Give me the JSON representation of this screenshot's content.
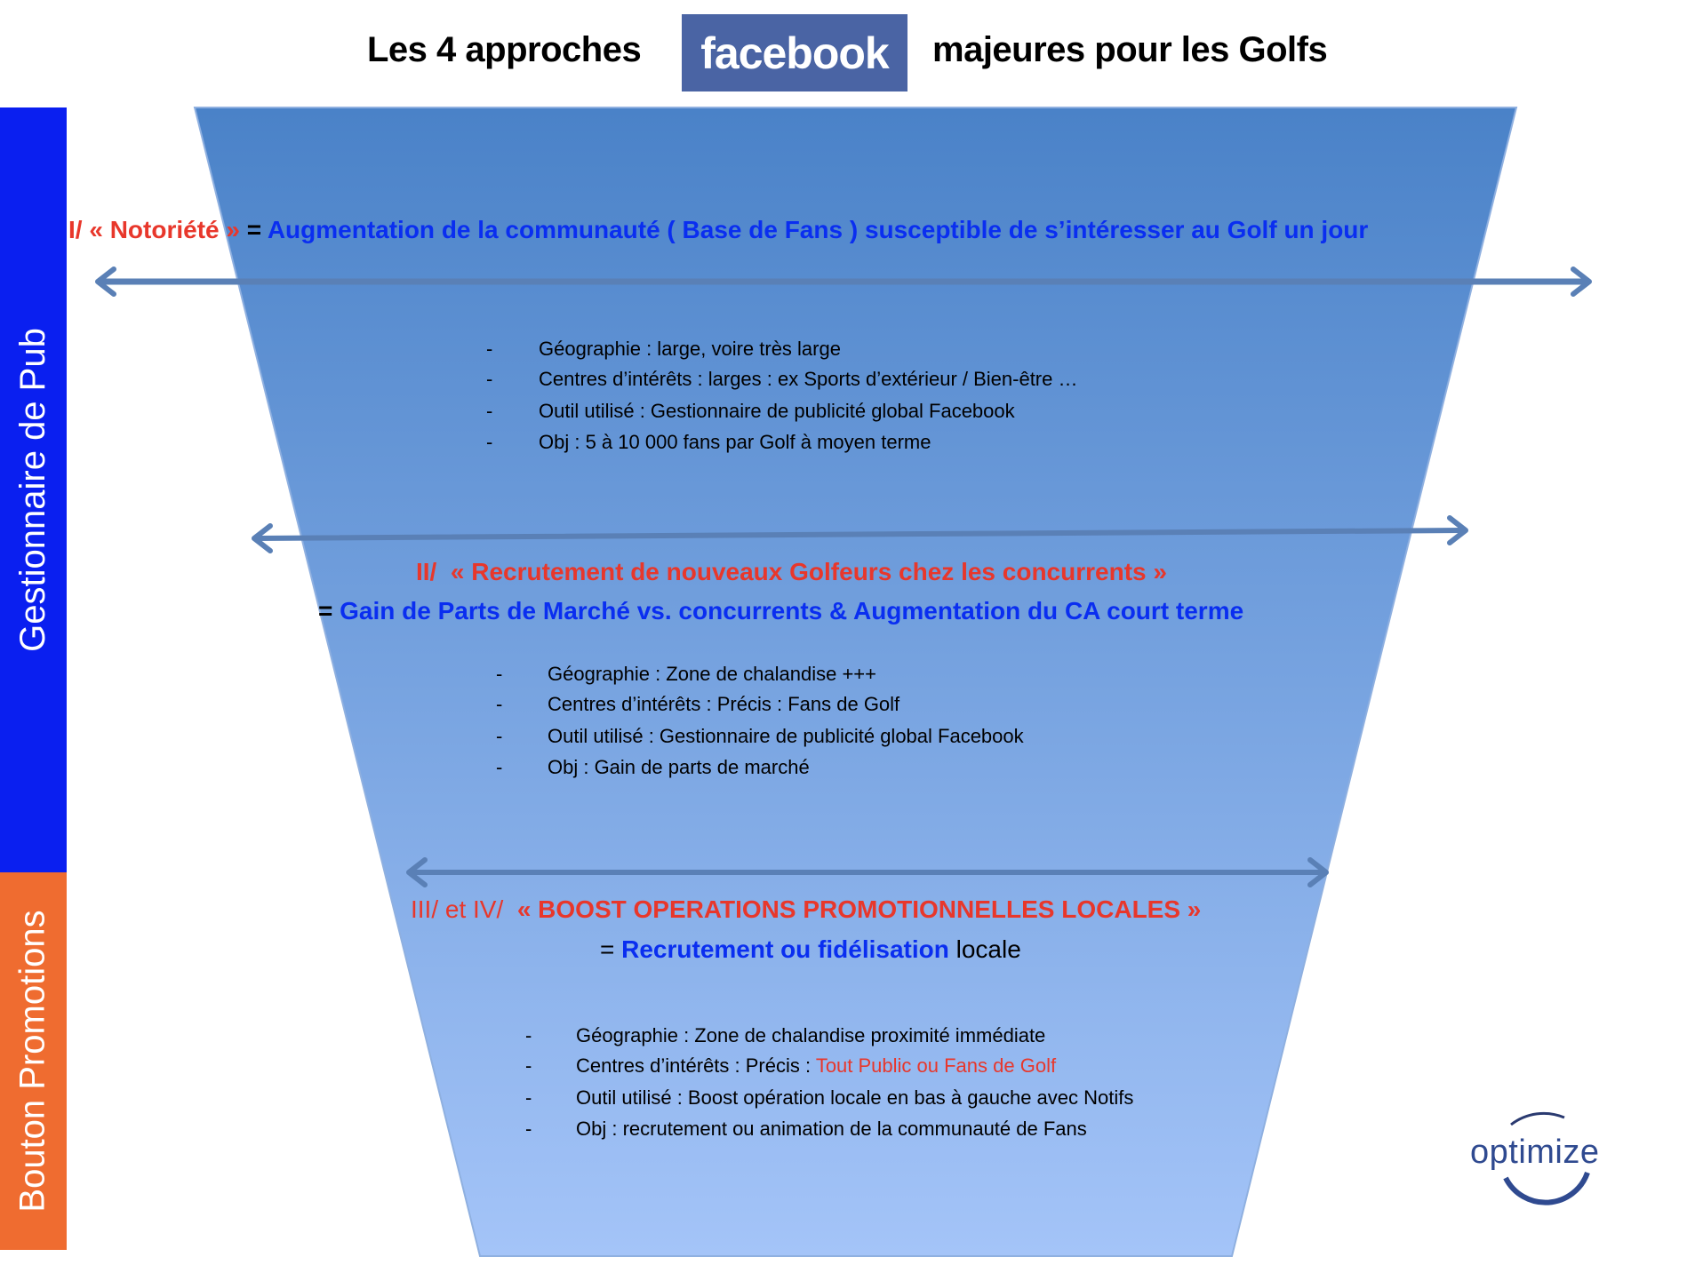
{
  "title": {
    "left": "Les 4 approches",
    "brand": "facebook",
    "right": "majeures pour les Golfs"
  },
  "sidebar": {
    "top_label": "Gestionnaire de Pub",
    "bottom_label": "Bouton Promotions",
    "top_color": "#0a1ff0",
    "bottom_color": "#ef6c30"
  },
  "section1": {
    "number": "I/",
    "name": "« Notoriété »",
    "eq": " = ",
    "description": "Augmentation de la communauté ( Base de Fans ) susceptible de s’intéresser au Golf un jour",
    "bullets": [
      "Géographie : large, voire très large",
      "Centres d’intérêts : larges : ex Sports d’extérieur / Bien-être …",
      "Outil utilisé : Gestionnaire de publicité global Facebook",
      "Obj : 5 à 10 000 fans par Golf à moyen terme"
    ]
  },
  "section2": {
    "number": "II/",
    "name": "« Recrutement de nouveaux Golfeurs chez les concurrents »",
    "eq": "= ",
    "description": "Gain de Parts de Marché vs. concurrents & Augmentation du CA court terme",
    "bullets": [
      "Géographie : Zone de chalandise +++",
      "Centres d’intérêts : Précis : Fans de Golf",
      "Outil utilisé : Gestionnaire de publicité global Facebook",
      "Obj : Gain de parts de marché"
    ]
  },
  "section3": {
    "number": "III/ et IV/",
    "name": "« BOOST OPERATIONS PROMOTIONNELLES LOCALES »",
    "eq": "= ",
    "description": "Recrutement ou fidélisation",
    "description_tail": " locale",
    "bullets": [
      "Géographie : Zone de chalandise proximité immédiate",
      "Centres d’intérêts : Précis : ",
      "Outil utilisé : Boost opération locale en bas à gauche avec Notifs",
      "Obj : recrutement ou animation de la communauté de Fans"
    ],
    "bullet2_highlight": "Tout Public ou Fans de Golf"
  },
  "bullet_marker": "-",
  "logo": {
    "text": "optimize"
  },
  "colors": {
    "funnel_top": "#4a82c8",
    "funnel_bottom": "#a4c4f8",
    "arrow": "#5a80b6"
  }
}
